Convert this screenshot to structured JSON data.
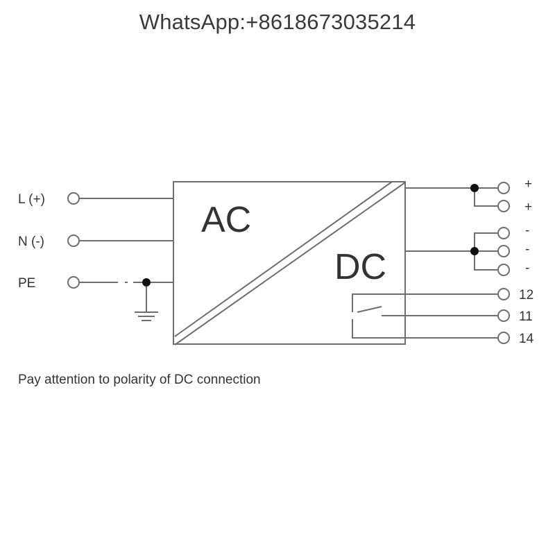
{
  "watermark": "WhatsApp:+8618673035214",
  "inputs": {
    "l": "L (+)",
    "n": "N (-)",
    "pe": "PE"
  },
  "block": {
    "ac": "AC",
    "dc": "DC"
  },
  "outputs": {
    "plus1": "+",
    "plus2": "+",
    "minus1": "-",
    "minus2": "-",
    "minus3": "-",
    "relay12": "12",
    "relay11": "11",
    "relay14": "14"
  },
  "note": "Pay attention to polarity of DC connection",
  "colors": {
    "line": "#6e6e6e",
    "text": "#333333"
  }
}
